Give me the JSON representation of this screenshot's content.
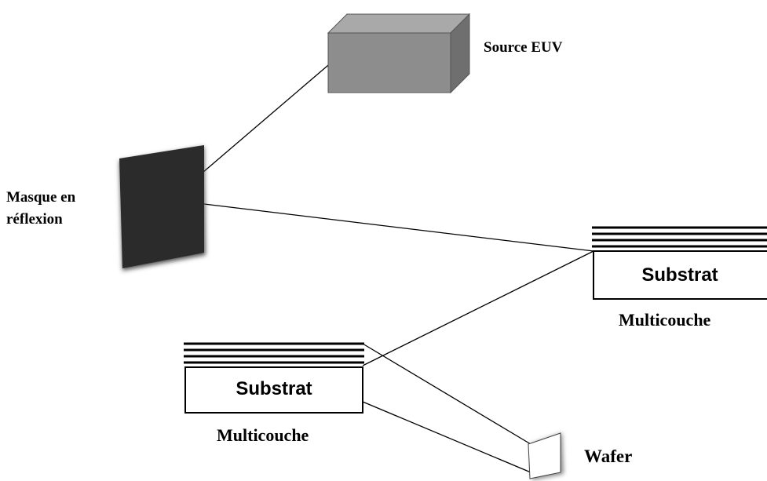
{
  "labels": {
    "source": "Source EUV",
    "masque_line1": "Masque en",
    "masque_line2": "réflexion",
    "substrat_right": "Substrat",
    "multicouche_right": "Multicouche",
    "substrat_left": "Substrat",
    "multicouche_left": "Multicouche",
    "wafer": "Wafer"
  },
  "colors": {
    "source_front": "#8c8c8c",
    "source_top": "#a8a8a8",
    "source_side": "#6e6e6e",
    "mask": "#2b2b2b",
    "lines": "#000000",
    "substrate_fill": "#ffffff"
  }
}
